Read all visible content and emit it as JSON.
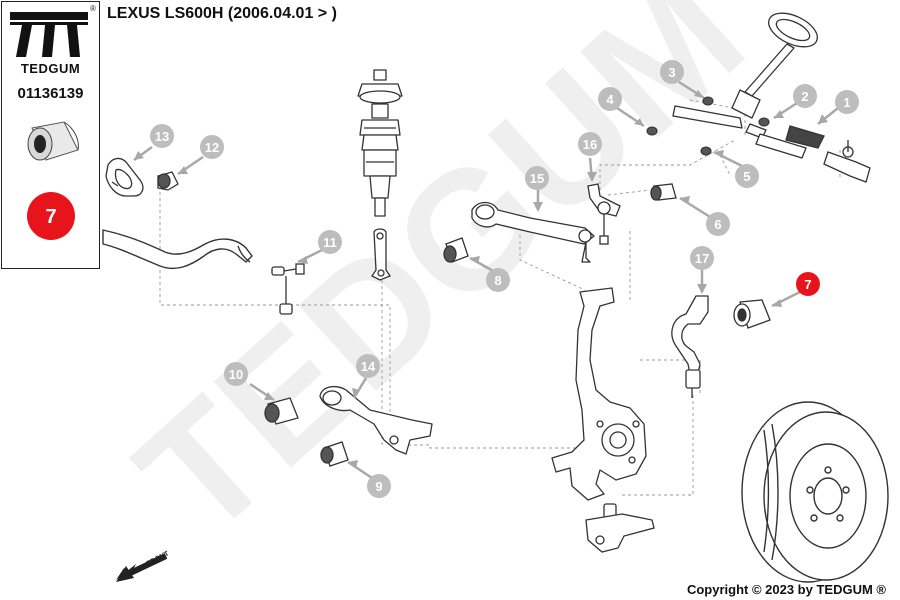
{
  "header": {
    "title": "LEXUS LS600H  (2006.04.01 > )"
  },
  "sidebar": {
    "brand": "TEDGUM",
    "registered_mark": "®",
    "part_number": "01136139",
    "highlight_callout": "7"
  },
  "watermark": "TEDGUM",
  "front_label": "FRONT",
  "copyright": "Copyright © 2023 by TEDGUM ®",
  "callouts": [
    "1",
    "2",
    "3",
    "4",
    "5",
    "6",
    "7",
    "8",
    "9",
    "10",
    "11",
    "12",
    "13",
    "14",
    "15",
    "16",
    "17"
  ],
  "highlighted_callout": "7",
  "colors": {
    "callout_gray": "#bdbdbd",
    "callout_red": "#e8141b",
    "line": "#333333",
    "watermark": "#efefef"
  }
}
